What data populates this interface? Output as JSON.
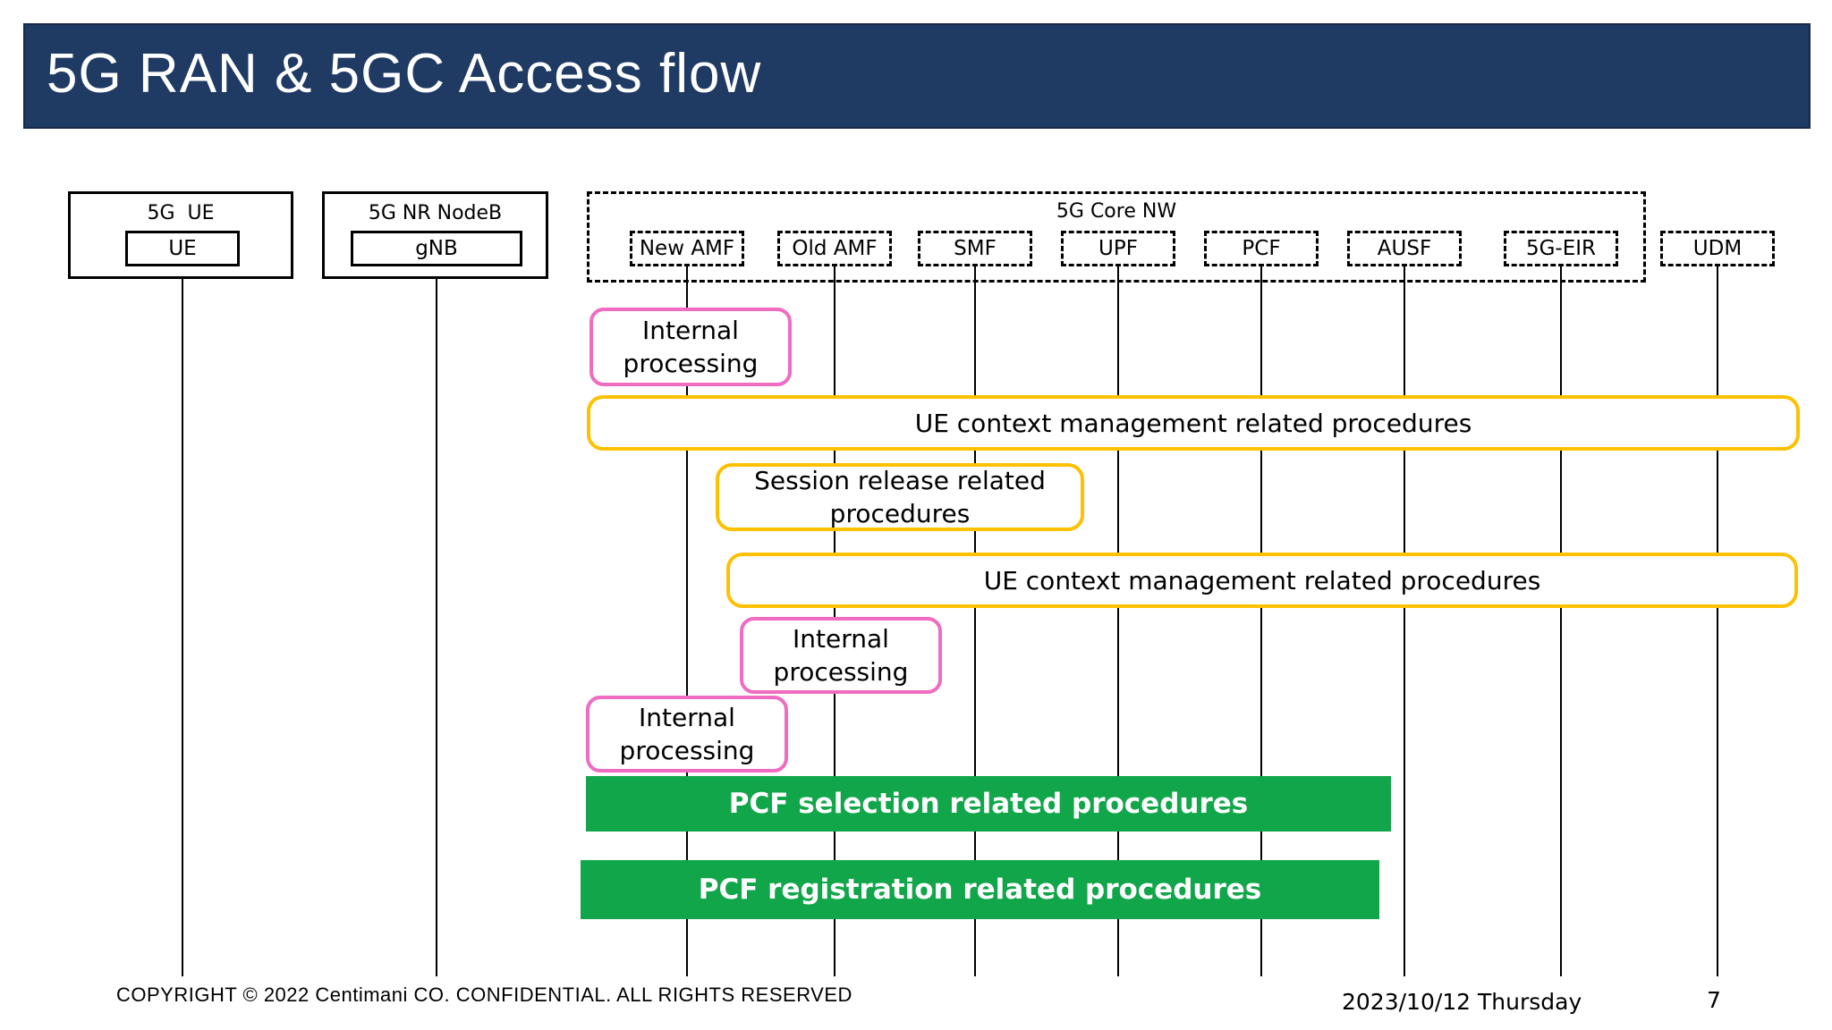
{
  "slide": {
    "title": "5G RAN & 5GC Access flow",
    "copyright": "COPYRIGHT © 2022 Centimani CO. CONFIDENTIAL. ALL RIGHTS RESERVED",
    "date": "2023/10/12 Thursday",
    "page_number": "7"
  },
  "colors": {
    "title_bar_bg": "#1f3a63",
    "title_text": "#ffffff",
    "pink_border": "#ef6cc1",
    "yellow_border": "#fdc101",
    "green_fill": "#12a64b",
    "green_text": "#ffffff",
    "line_color": "#000000"
  },
  "actors": {
    "groups": [
      {
        "label": "5G  UE",
        "member": "UE"
      },
      {
        "label": "5G NR NodeB",
        "member": "gNB"
      }
    ],
    "core": {
      "label": "5G Core NW",
      "members": [
        "New AMF",
        "Old AMF",
        "SMF",
        "UPF",
        "PCF",
        "AUSF",
        "5G-EIR"
      ]
    },
    "standalone": [
      "UDM"
    ]
  },
  "procedures": [
    {
      "label": "Internal processing",
      "style": "pink"
    },
    {
      "label": "UE context management related procedures",
      "style": "yellow"
    },
    {
      "label": "Session release related procedures",
      "style": "yellow"
    },
    {
      "label": "UE context management related procedures",
      "style": "yellow"
    },
    {
      "label": "Internal processing",
      "style": "pink"
    },
    {
      "label": "Internal processing",
      "style": "pink"
    },
    {
      "label": "PCF selection related procedures",
      "style": "green"
    },
    {
      "label": "PCF registration related procedures",
      "style": "green"
    }
  ]
}
